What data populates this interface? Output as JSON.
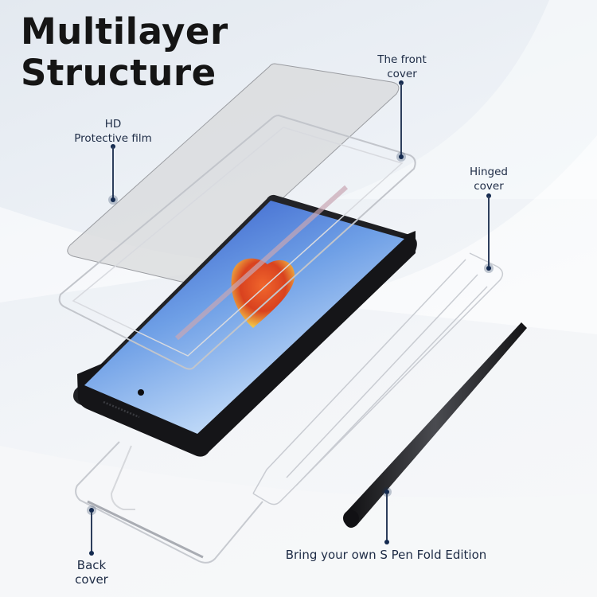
{
  "title": {
    "line1": "Multilayer",
    "line2": "Structure"
  },
  "callouts": {
    "front_cover": {
      "line1": "The front",
      "line2": "cover"
    },
    "protective_film": {
      "line1": "HD",
      "line2": "Protective film"
    },
    "hinged_cover": {
      "line1": "Hinged",
      "line2": "cover"
    },
    "back_cover": {
      "line1": "Back",
      "line2": "cover"
    },
    "s_pen": {
      "line1": "Bring your own S Pen Fold Edition"
    }
  },
  "colors": {
    "title_text": "#151515",
    "label_text": "#1d2b45",
    "leader_line": "#2d3e5c",
    "phone_body": "#1b1c1f",
    "screen_top": "#2f55c9",
    "screen_bottom": "#cfe4fb",
    "leaf": "#e2532a"
  }
}
